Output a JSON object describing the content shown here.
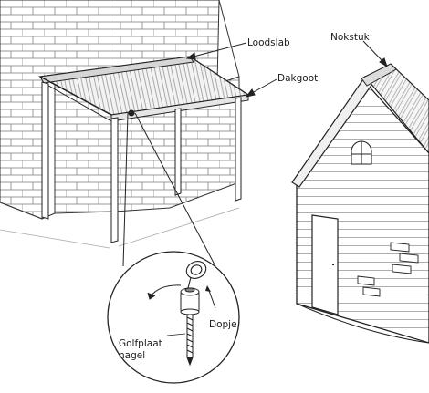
{
  "labels": {
    "loodslab": "Loodslab",
    "dakgoot": "Dakgoot",
    "nokstuk": "Nokstuk",
    "dopje": "Dopje",
    "golfplaat_nagel": "Golfplaat\nnagel"
  }
}
